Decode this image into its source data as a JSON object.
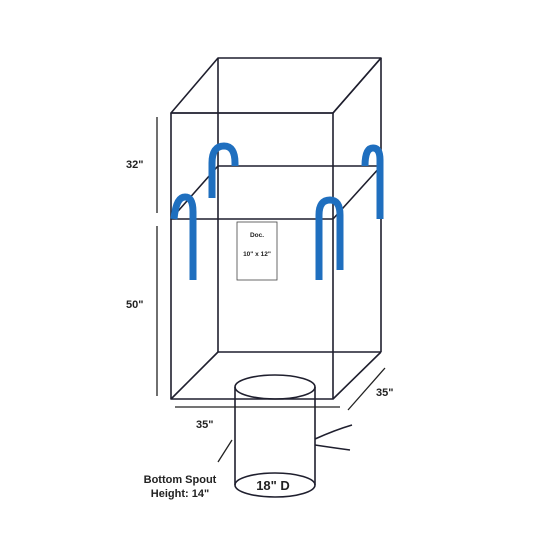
{
  "colors": {
    "outline": "#1f1f2e",
    "handle": "#1f6fbf",
    "text": "#222222"
  },
  "dimensions": {
    "top_height": "32\"",
    "main_height": "50\"",
    "width_front": "35\"",
    "depth_side": "35\""
  },
  "document_pouch": {
    "title": "Doc.",
    "size": "10\" x 12\""
  },
  "spout": {
    "label_line1": "Bottom Spout",
    "label_line2": "Height: 14\"",
    "diameter": "18\" D"
  }
}
